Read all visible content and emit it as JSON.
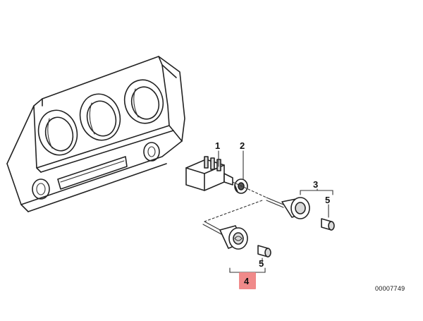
{
  "callouts": {
    "item_1": "1",
    "item_2": "2",
    "item_3": "3",
    "item_4": "4",
    "item_5_upper": "5",
    "item_5_lower": "5"
  },
  "highlight_color": "#f08a8a",
  "diagram_code": "00007749"
}
